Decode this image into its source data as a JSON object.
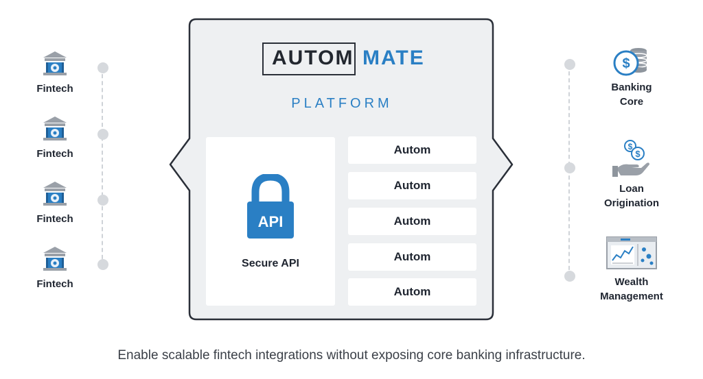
{
  "logo": {
    "part1": "AUTOM",
    "part2": "MATE"
  },
  "platform_subtitle": "PLATFORM",
  "api_badge": "API",
  "api_label": "Secure API",
  "autom_items": [
    "Autom",
    "Autom",
    "Autom",
    "Autom",
    "Autom"
  ],
  "fintech_items": [
    "Fintech",
    "Fintech",
    "Fintech",
    "Fintech"
  ],
  "right_items": {
    "banking": [
      "Banking",
      "Core"
    ],
    "loan": [
      "Loan",
      "Origination"
    ],
    "wealth": [
      "Wealth",
      "Management"
    ]
  },
  "caption": "Enable scalable fintech integrations without exposing core banking infrastructure.",
  "colors": {
    "accent": "#2a7fc4",
    "panel": "#eef0f2",
    "border": "#2a2f38",
    "dot": "#d6d9dd"
  },
  "icons": [
    "bank-gear-icon",
    "coin-stack-icon",
    "hand-coins-icon",
    "dashboard-chart-icon",
    "padlock-icon"
  ]
}
